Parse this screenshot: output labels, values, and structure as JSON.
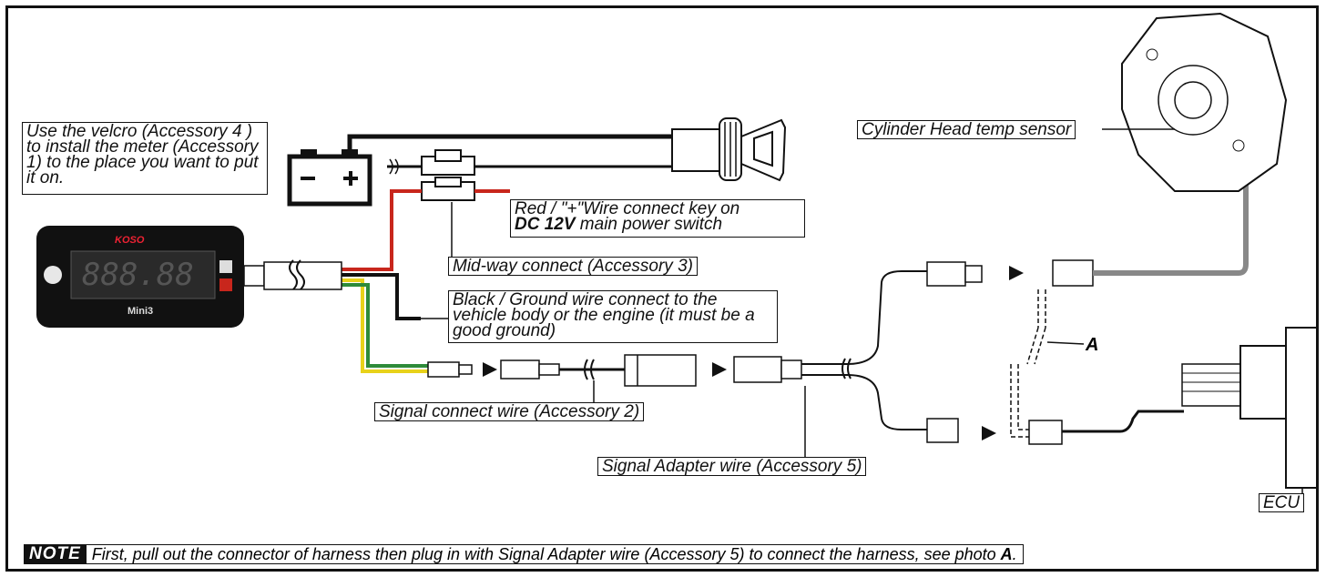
{
  "labels": {
    "velcro": "Use the velcro (Accessory 4 ) to install the meter (Accessory 1) to the place you want to put it on.",
    "red_wire_line1": "Red / \"+\"Wire connect key on",
    "red_wire_dc": "DC 12V",
    "red_wire_line2_rest": " main power switch",
    "midway": "Mid-way connect (Accessory 3)",
    "black_wire": "Black / Ground wire connect to the vehicle body or the engine (it must be a good ground)",
    "signal_connect": "Signal connect wire (Accessory 2)",
    "signal_adapter": "Signal Adapter wire (Accessory 5)",
    "cylinder_head": "Cylinder Head temp sensor",
    "ecu": "ECU",
    "point_a": "A"
  },
  "meter": {
    "brand": "KOSO",
    "display": "888.88",
    "model": "Mini3"
  },
  "note": {
    "badge": "NOTE",
    "text": "First, pull out the connector of harness then plug in with Signal Adapter wire (Accessory 5) to connect the harness, see photo ",
    "photo_ref": "A",
    "end": "."
  },
  "colors": {
    "wire_red": "#c8261c",
    "wire_black": "#111111",
    "wire_green": "#2e8b3a",
    "wire_yellow": "#e8d21a",
    "sensor_wire": "#888888"
  }
}
